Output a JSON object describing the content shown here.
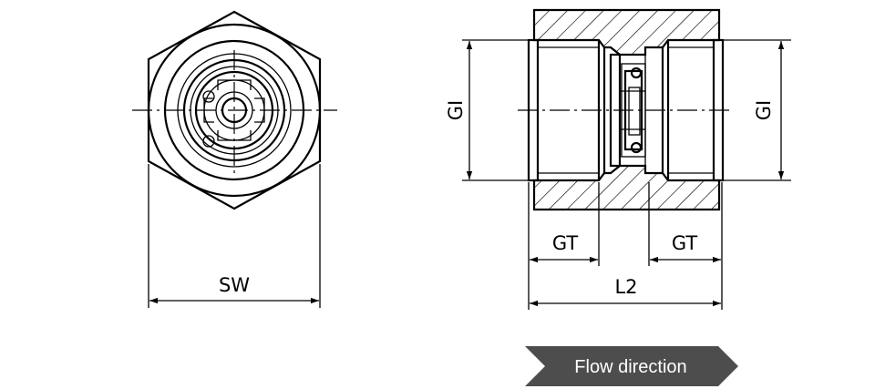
{
  "labels": {
    "sw": "SW",
    "gi_left": "GI",
    "gi_right": "GI",
    "gt_left": "GT",
    "gt_right": "GT",
    "l2": "L2"
  },
  "flow": {
    "label": "Flow direction",
    "fill_color": "#4d4d4d",
    "text_color": "#ffffff"
  }
}
